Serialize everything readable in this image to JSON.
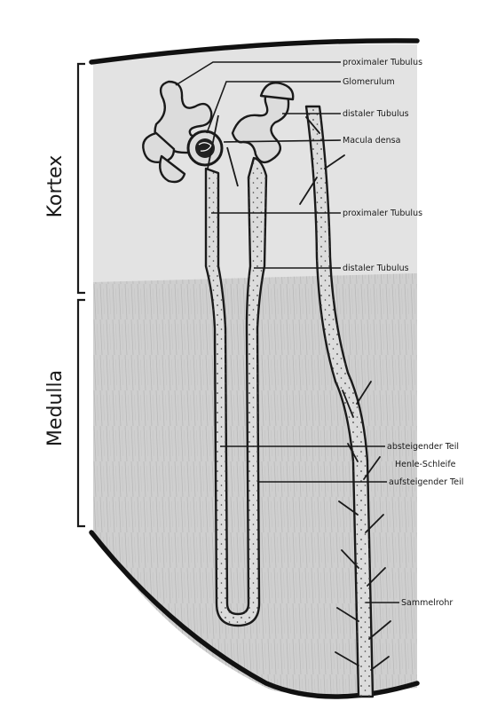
{
  "regions": {
    "kortex": "Kortex",
    "medulla": "Medulla"
  },
  "labels": {
    "proximal_top": "proximaler Tubulus",
    "glomerulum": "Glomerulum",
    "distal_top": "distaler Tubulus",
    "macula_densa": "Macula densa",
    "proximal_mid": "proximaler Tubulus",
    "distal_mid": "distaler Tubulus",
    "descending": "absteigender Teil",
    "henle": "Henle-Schleife",
    "ascending": "aufsteigender Teil",
    "collecting_duct": "Sammelrohr"
  },
  "colors": {
    "background": "#ffffff",
    "kortex_fill": "#e3e3e3",
    "medulla_fill": "#cfcfcf",
    "tubule_fill": "#dcdcdc",
    "outline": "#1a1a1a"
  }
}
